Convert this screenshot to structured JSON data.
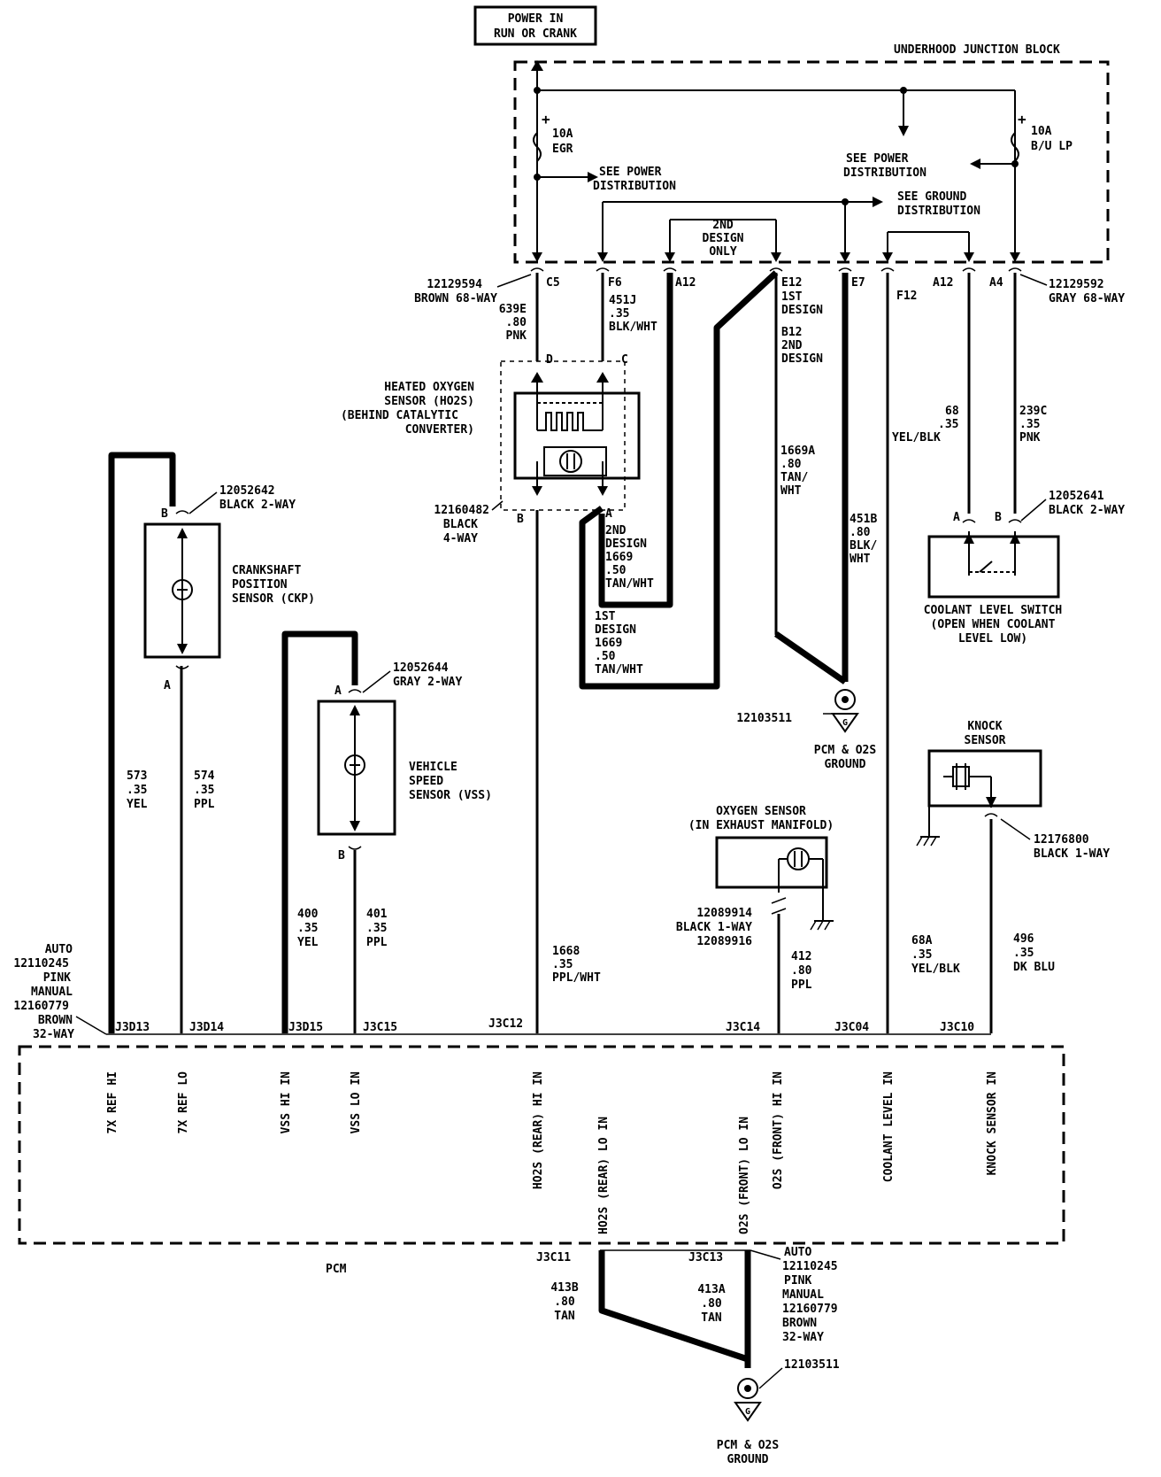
{
  "power_box": {
    "line1": "POWER IN",
    "line2": "RUN OR CRANK"
  },
  "junction_block": {
    "title": "UNDERHOOD JUNCTION BLOCK",
    "fuse_egr": {
      "rating": "10A",
      "name": "EGR"
    },
    "fuse_bulp": {
      "rating": "10A",
      "name": "B/U LP"
    },
    "see_power_1": [
      "SEE POWER",
      "DISTRIBUTION"
    ],
    "see_power_2": [
      "SEE POWER",
      "DISTRIBUTION"
    ],
    "see_ground": [
      "SEE GROUND",
      "DISTRIBUTION"
    ],
    "design2_only": [
      "2ND",
      "DESIGN",
      "ONLY"
    ]
  },
  "connector_left": [
    "12129594",
    "BROWN 68-WAY"
  ],
  "connector_right": [
    "12129592",
    "GRAY 68-WAY"
  ],
  "pins_top": {
    "c5": "C5",
    "f6": "F6",
    "a12a": "A12",
    "e12": "E12",
    "e7": "E7",
    "f12": "F12",
    "a12b": "A12",
    "a4": "A4"
  },
  "e12_note": [
    "1ST",
    "DESIGN",
    "B12",
    "2ND",
    "DESIGN"
  ],
  "wires": {
    "w639e": [
      "639E",
      ".80",
      "PNK"
    ],
    "w451j": [
      "451J",
      ".35",
      "BLK/WHT"
    ],
    "w1669a": [
      "1669A",
      ".80",
      "TAN/",
      "WHT"
    ],
    "w451b": [
      "451B",
      ".80",
      "BLK/",
      "WHT"
    ],
    "w68": [
      "68",
      ".35",
      "YEL/BLK"
    ],
    "w239c": [
      "239C",
      ".35",
      "PNK"
    ],
    "w1669_2nd": [
      "2ND",
      "DESIGN",
      "1669",
      ".50",
      "TAN/WHT"
    ],
    "w1669_1st": [
      "1ST",
      "DESIGN",
      "1669",
      ".50",
      "TAN/WHT"
    ],
    "w573": [
      "573",
      ".35",
      "YEL"
    ],
    "w574": [
      "574",
      ".35",
      "PPL"
    ],
    "w400": [
      "400",
      ".35",
      "YEL"
    ],
    "w401": [
      "401",
      ".35",
      "PPL"
    ],
    "w1668": [
      "1668",
      ".35",
      "PPL/WHT"
    ],
    "w412": [
      "412",
      ".80",
      "PPL"
    ],
    "w68a": [
      "68A",
      ".35",
      "YEL/BLK"
    ],
    "w496": [
      "496",
      ".35",
      "DK BLU"
    ],
    "w413b": [
      "413B",
      ".80",
      "TAN"
    ],
    "w413a": [
      "413A",
      ".80",
      "TAN"
    ]
  },
  "ho2s": {
    "name": [
      "HEATED OXYGEN",
      "SENSOR (HO2S)",
      "(BEHIND CATALYTIC",
      "CONVERTER)"
    ],
    "connector": [
      "12160482",
      "BLACK",
      "4-WAY"
    ],
    "pin_d": "D",
    "pin_c": "C",
    "pin_b": "B",
    "pin_a": "A"
  },
  "ckp": {
    "name": [
      "CRANKSHAFT",
      "POSITION",
      "SENSOR (CKP)"
    ],
    "connector": [
      "12052642",
      "BLACK 2-WAY"
    ],
    "pin_b": "B",
    "pin_a": "A"
  },
  "vss": {
    "name": [
      "VEHICLE",
      "SPEED",
      "SENSOR (VSS)"
    ],
    "connector": [
      "12052644",
      "GRAY 2-WAY"
    ],
    "pin_a": "A",
    "pin_b": "B"
  },
  "coolant": {
    "connector": [
      "12052641",
      "BLACK 2-WAY"
    ],
    "pin_a": "A",
    "pin_b": "B",
    "name": [
      "COOLANT   LEVEL   SWITCH",
      "(OPEN WHEN COOLANT",
      "LEVEL LOW)"
    ]
  },
  "ground_top": {
    "id": "12103511",
    "label": [
      "PCM & O2S",
      "GROUND"
    ],
    "g": "G"
  },
  "knock": {
    "name": [
      "KNOCK",
      "SENSOR"
    ],
    "connector": [
      "12176800",
      "BLACK 1-WAY"
    ]
  },
  "o2s": {
    "name": [
      "OXYGEN   SENSOR",
      "(IN EXHAUST MANIFOLD)"
    ],
    "connector": [
      "12089914",
      "BLACK 1-WAY",
      "12089916"
    ]
  },
  "pcm_conn_top": [
    "AUTO",
    "12110245",
    "PINK",
    "MANUAL",
    "12160779",
    "BROWN",
    "32-WAY"
  ],
  "pcm_pins_top": [
    "J3D13",
    "J3D14",
    "J3D15",
    "J3C15",
    "J3C12",
    "J3C14",
    "J3C04",
    "J3C10"
  ],
  "pcm_signals_top": [
    "7X REF HI",
    "7X REF LO",
    "VSS HI IN",
    "VSS LO IN",
    "HO2S (REAR) HI IN",
    "O2S (FRONT) HI IN",
    "COOLANT LEVEL IN",
    "KNOCK SENSOR IN"
  ],
  "pcm_signals_bottom": [
    "HO2S (REAR) LO IN",
    "O2S (FRONT) LO IN"
  ],
  "pcm_label": "PCM",
  "pcm_pins_bottom": [
    "J3C11",
    "J3C13"
  ],
  "pcm_conn_bottom": [
    "AUTO",
    "12110245",
    "PINK",
    "MANUAL",
    "12160779",
    "BROWN",
    "32-WAY"
  ],
  "ground_bottom": {
    "id": "12103511",
    "label": [
      "PCM & O2S",
      "GROUND"
    ],
    "g": "G"
  }
}
